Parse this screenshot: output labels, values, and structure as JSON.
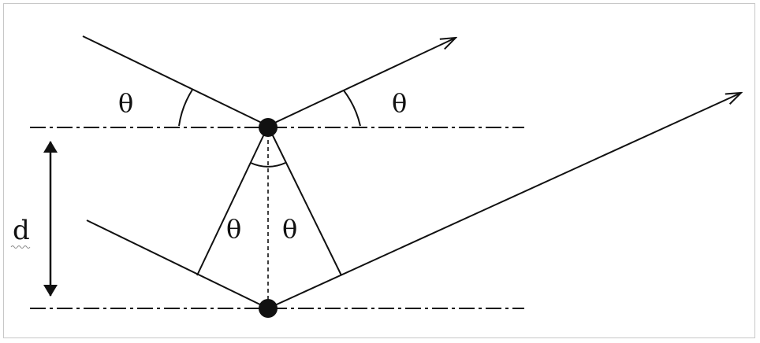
{
  "diagram": {
    "labels": {
      "theta_incident": "θ",
      "theta_reflected": "θ",
      "theta_inner_left": "θ",
      "theta_inner_right": "θ",
      "spacing": "d"
    },
    "colors": {
      "ink": "#111111",
      "background": "#ffffff",
      "frame": "#c8c8c8",
      "squiggle": "#8a8a8a"
    }
  }
}
